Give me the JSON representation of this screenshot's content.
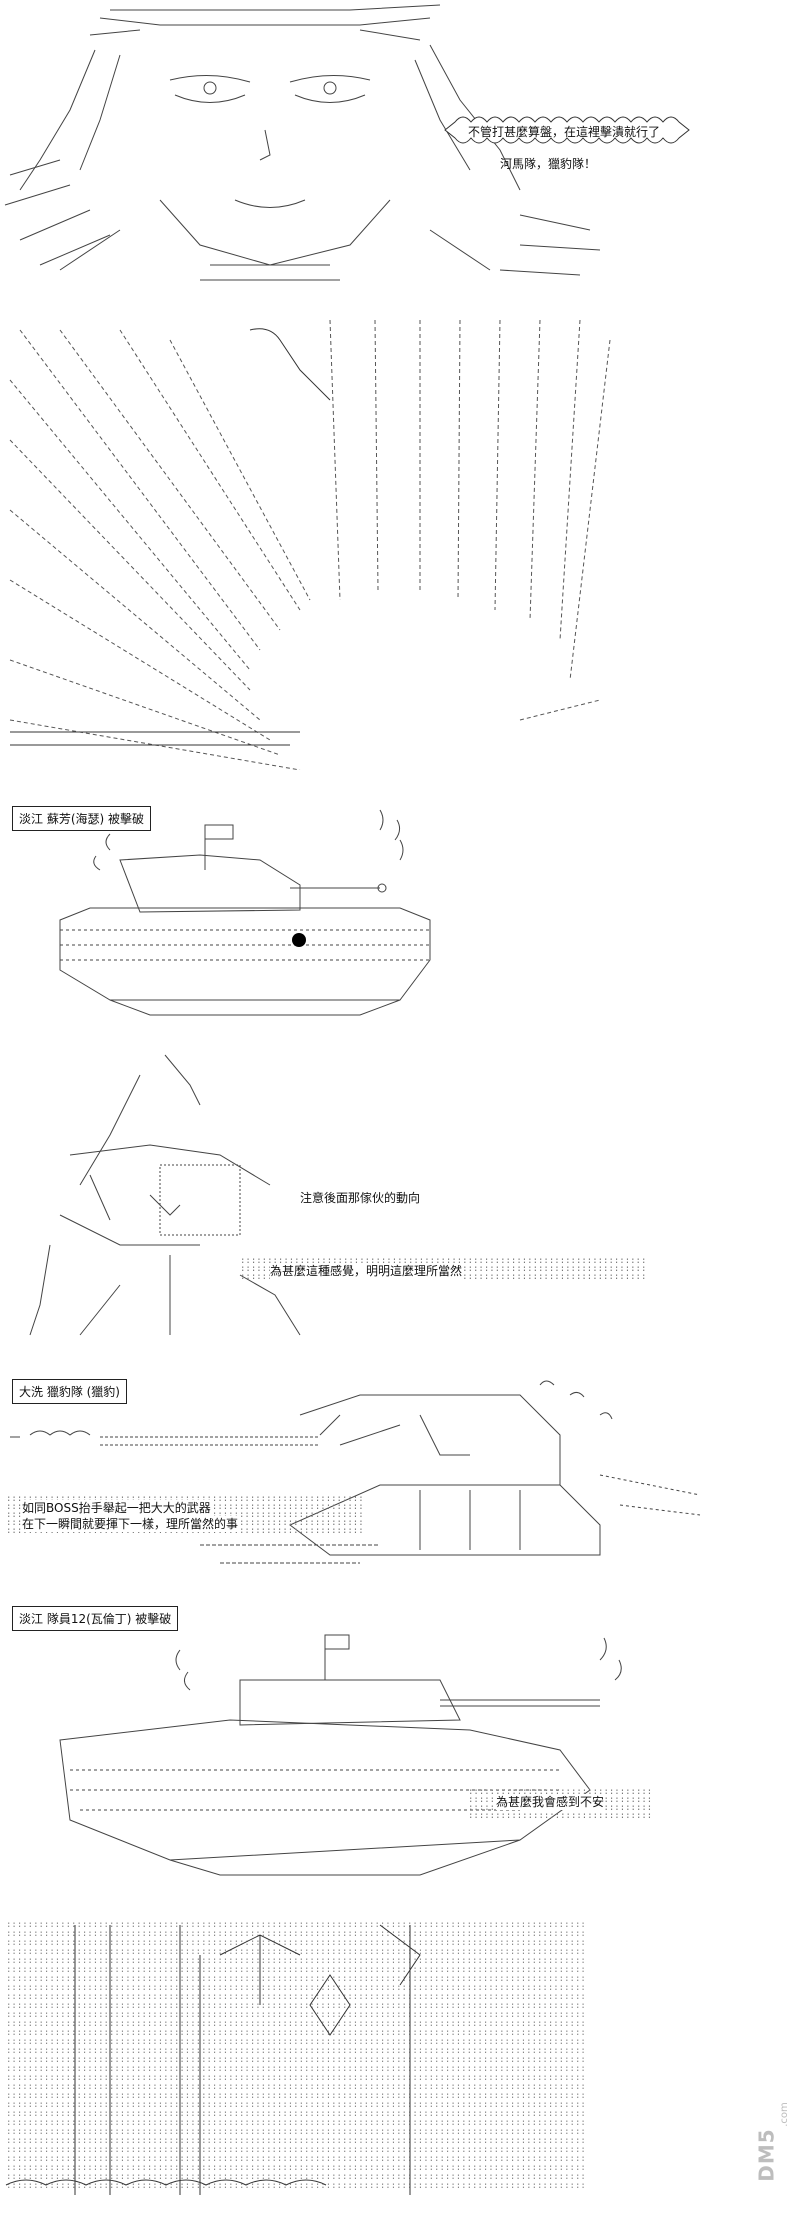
{
  "panel1": {
    "speech": [
      "不管打甚麼算盤，在這裡擊潰就行了",
      "河馬隊，獵豹隊！"
    ]
  },
  "panel3": {
    "caption": "淡江 蘇芳(海瑟) 被擊破"
  },
  "panel4": {
    "speech1": "注意後面那傢伙的動向",
    "speech2": "為甚麼這種感覺，明明這麼理所當然"
  },
  "panel5": {
    "caption": "大洗 獵豹隊 (獵豹)",
    "speech": [
      "如同BOSS抬手舉起一把大大的武器",
      "在下一瞬間就要揮下一樣，理所當然的事"
    ]
  },
  "panel6": {
    "caption": "淡江 隊員12(瓦倫丁) 被擊破",
    "speech": "為甚麼我會感到不安"
  },
  "watermark": {
    "logo": "DM5",
    "domain": ".com"
  }
}
